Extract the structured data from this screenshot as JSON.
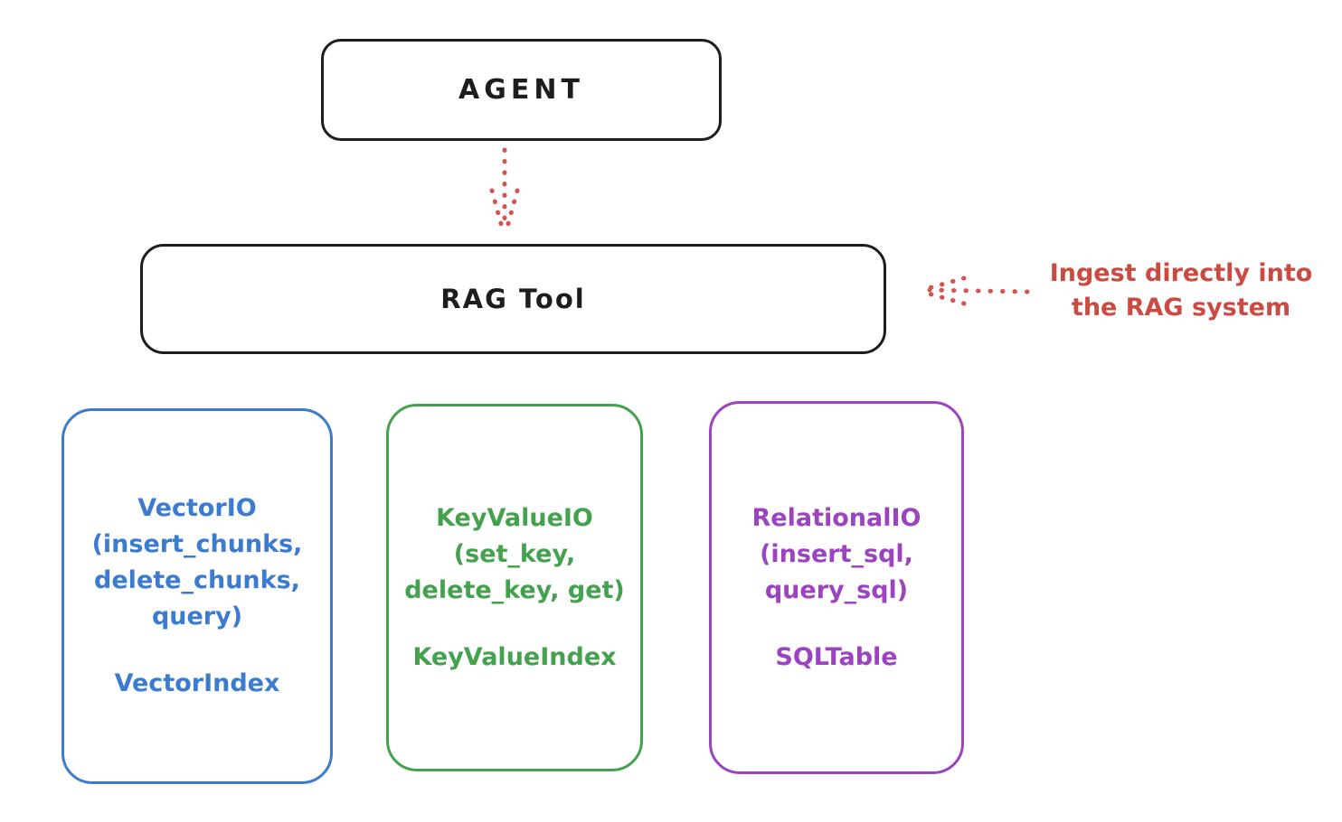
{
  "diagram": {
    "agent": {
      "label": "AGENT"
    },
    "rag_tool": {
      "label": "RAG Tool"
    },
    "annotation": {
      "line1": "Ingest directly into",
      "line2": "the RAG system"
    },
    "stores": [
      {
        "id": "vector-io",
        "color": "#3b7bd0",
        "lines": [
          "VectorIO",
          "(insert_chunks,",
          "delete_chunks,",
          "query)"
        ],
        "index": "VectorIndex"
      },
      {
        "id": "keyvalue-io",
        "color": "#44a24e",
        "lines": [
          "KeyValueIO",
          "(set_key,",
          "delete_key, get)"
        ],
        "index": "KeyValueIndex"
      },
      {
        "id": "relational-io",
        "color": "#9b43c0",
        "lines": [
          "RelationalIO",
          "(insert_sql,",
          "query_sql)"
        ],
        "index": "SQLTable"
      }
    ],
    "colors": {
      "background": "#ffffff",
      "stroke_black": "#1d1d1d",
      "arrow_red": "#d65450",
      "annotation_red": "#cb4a42",
      "vector_blue": "#3b7bd0",
      "keyvalue_green": "#44a24e",
      "relational_purple": "#9b43c0"
    }
  }
}
